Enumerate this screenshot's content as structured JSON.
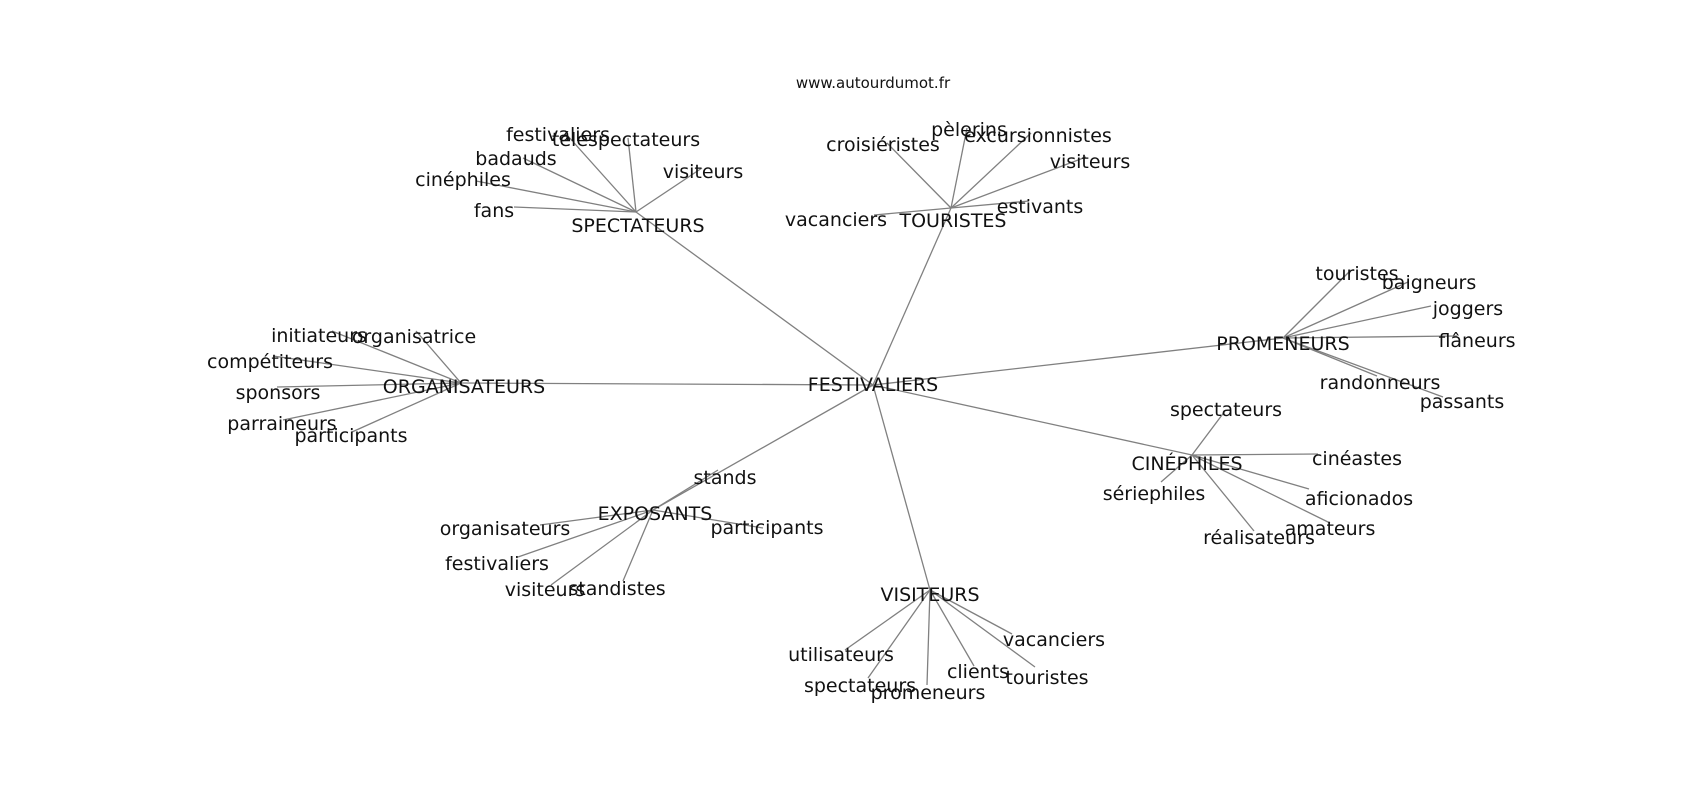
{
  "site": "www.autourdumot.fr",
  "style": {
    "edge_color": "#808080",
    "text_color": "#111111",
    "background": "#ffffff"
  },
  "root": "FESTIVALIERS",
  "groups": [
    {
      "label": "SPECTATEURS",
      "words": [
        "festivaliers",
        "téléspectateurs",
        "badauds",
        "cinéphiles",
        "visiteurs",
        "fans"
      ]
    },
    {
      "label": "TOURISTES",
      "words": [
        "croisiéristes",
        "pèlerins",
        "excursionnistes",
        "visiteurs",
        "estivants",
        "vacanciers"
      ]
    },
    {
      "label": "PROMENEURS",
      "words": [
        "touristes",
        "baigneurs",
        "joggers",
        "flâneurs",
        "randonneurs",
        "passants"
      ]
    },
    {
      "label": "ORGANISATEURS",
      "words": [
        "initiateurs",
        "organisatrice",
        "compétiteurs",
        "sponsors",
        "parraineurs",
        "participants"
      ]
    },
    {
      "label": "CINÉPHILES",
      "words": [
        "spectateurs",
        "cinéastes",
        "sériephiles",
        "aficionados",
        "amateurs",
        "réalisateurs"
      ]
    },
    {
      "label": "EXPOSANTS",
      "words": [
        "stands",
        "organisateurs",
        "participants",
        "festivaliers",
        "visiteurs",
        "standistes"
      ]
    },
    {
      "label": "VISITEURS",
      "words": [
        "vacanciers",
        "utilisateurs",
        "clients",
        "touristes",
        "spectateurs",
        "promeneurs"
      ]
    }
  ]
}
